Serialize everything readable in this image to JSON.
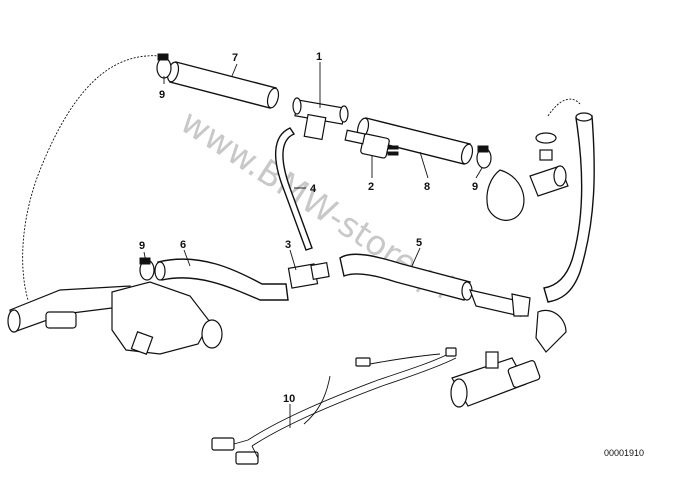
{
  "watermark": "www.BMW-store.pl",
  "document_number": "00001910",
  "callouts": [
    "1",
    "2",
    "3",
    "4",
    "5",
    "6",
    "7",
    "8",
    "9",
    "9",
    "9",
    "10"
  ],
  "colors": {
    "line": "#111111",
    "watermark": "#c8c8c8",
    "background": "#ffffff"
  }
}
